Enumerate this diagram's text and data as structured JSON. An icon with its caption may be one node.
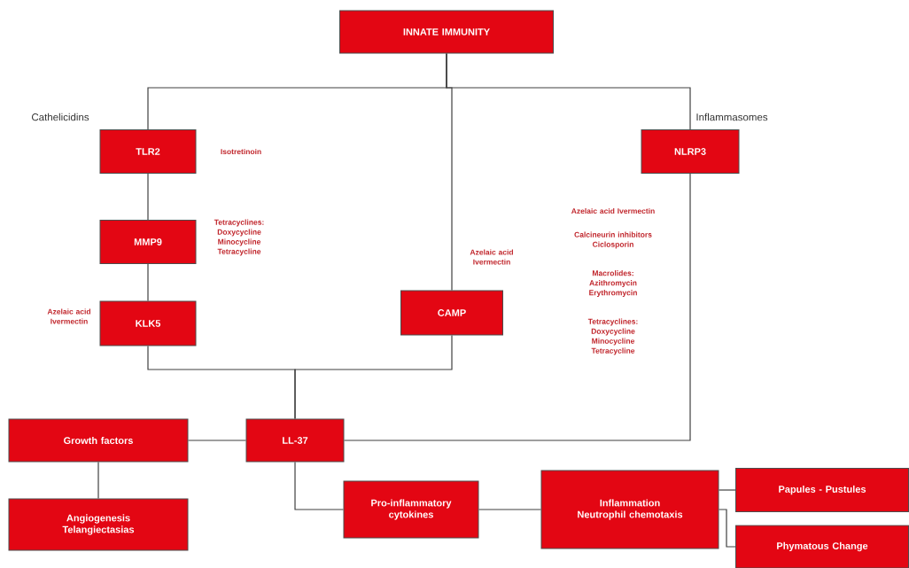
{
  "diagram": {
    "nodes": [
      {
        "text": [
          "INNATE IMMUNITY"
        ]
      },
      {
        "text": [
          "TLR2"
        ],
        "beside": [
          "Isotretinoin"
        ]
      },
      {
        "text": [
          "MMP9"
        ],
        "beside": [
          "Tetracyclines: Doxycycline Minocycline Tetracycline"
        ]
      },
      {
        "text": [
          "KLK5"
        ],
        "beside": [
          "Azelaic acid Ivermectin"
        ]
      },
      {
        "text": [
          "CAMP"
        ],
        "beside": [
          "Azelaic acid Ivermectin"
        ]
      },
      {
        "text": [
          "NLRP3"
        ]
      },
      {
        "text": [
          "LL-37"
        ]
      },
      {
        "text": [
          "Growth factors"
        ]
      },
      {
        "text": [
          "Angiogenesis Telangiectasias"
        ]
      },
      {
        "text": [
          "Pro-inflammatory cytokines"
        ]
      },
      {
        "text": [
          "Inflammation Neutrophil chemotaxis"
        ]
      },
      {
        "text": [
          "Papules - Pustules"
        ]
      },
      {
        "text": [
          "Phymatous Change"
        ]
      }
    ],
    "edges": [
      {
        "from": 0,
        "to": 1,
        "arrow": "none"
      },
      {
        "from": 0,
        "to": 4,
        "arrow": "none"
      },
      {
        "from": 0,
        "to": 5,
        "arrow": "none"
      },
      {
        "from": 1,
        "to": 2,
        "arrow": "none"
      },
      {
        "from": 2,
        "to": 3,
        "arrow": "none"
      },
      {
        "from": 3,
        "to": 6,
        "arrow": "none"
      },
      {
        "from": 4,
        "to": 6,
        "arrow": "none"
      },
      {
        "from": 5,
        "to": 6,
        "arrow": "none"
      },
      {
        "from": 6,
        "to": 7,
        "arrow": "none"
      },
      {
        "from": 7,
        "to": 8,
        "arrow": "none"
      },
      {
        "from": 6,
        "to": 9,
        "arrow": "none"
      },
      {
        "from": 9,
        "to": 10,
        "arrow": "none"
      },
      {
        "from": 10,
        "to": 11,
        "arrow": "none"
      },
      {
        "from": 10,
        "to": 12,
        "arrow": "none"
      }
    ],
    "labels": [
      "Cathelicidins",
      "Inflammasomes",
      "Azelaic acid Ivermectin",
      "Calcineurin inhibitors Ciclosporin",
      "Macrolides: Azithromycin Erythromycin",
      "Tetracyclines: Doxycycline Minocycline Tetracycline"
    ]
  }
}
